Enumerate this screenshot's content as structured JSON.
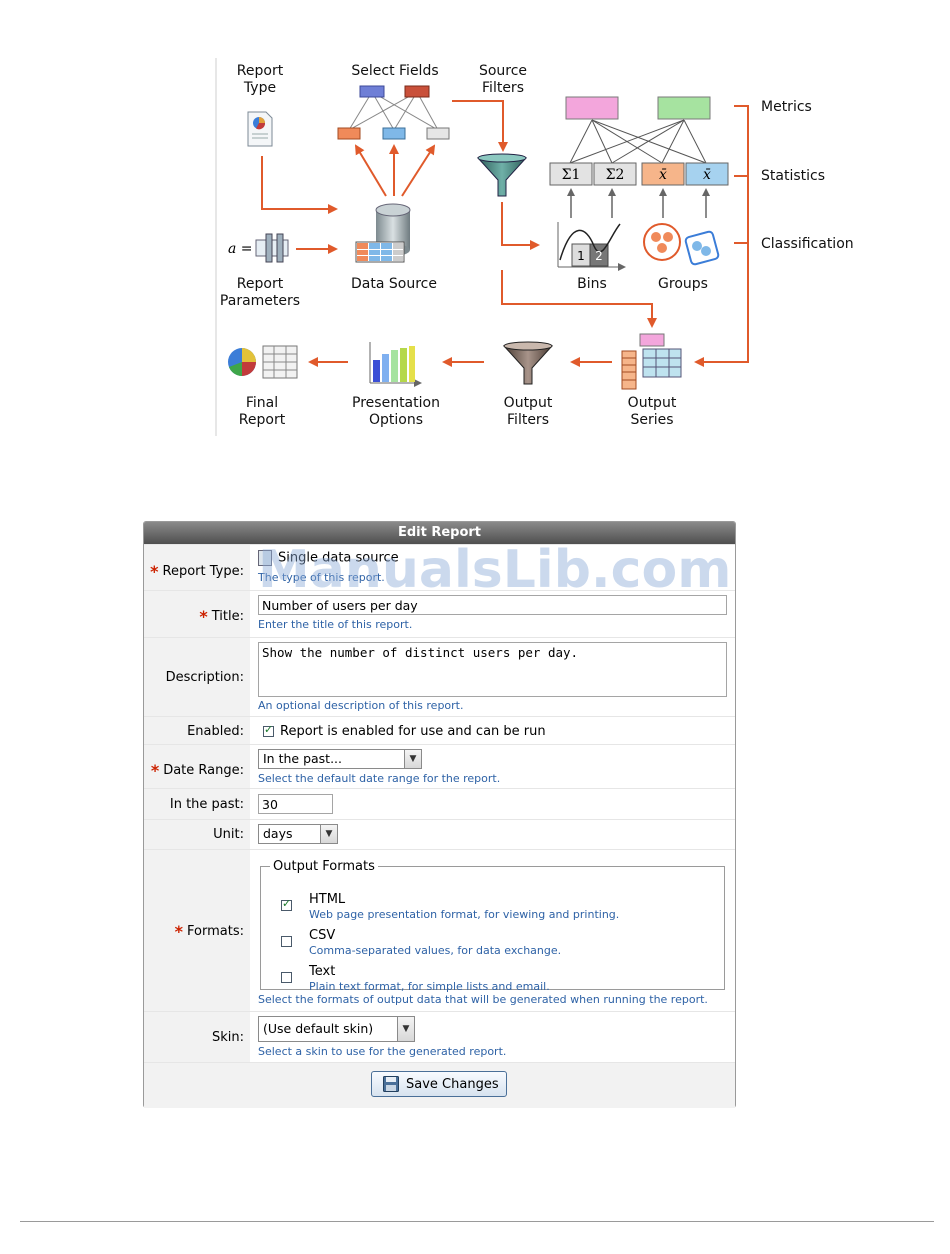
{
  "diagram": {
    "labels": {
      "report_type": [
        "Report",
        "Type"
      ],
      "select_fields": "Select Fields",
      "source_filters": [
        "Source",
        "Filters"
      ],
      "metrics": "Metrics",
      "statistics": "Statistics",
      "classification": "Classification",
      "data_source": "Data Source",
      "report_parameters": [
        "Report",
        "Parameters"
      ],
      "param_symbol": "a =",
      "bins": "Bins",
      "groups": "Groups",
      "bin_1": "1",
      "bin_2": "2",
      "stat_sum1": "Σ1",
      "stat_sum2": "Σ2",
      "stat_mean1": "x̄",
      "stat_mean2": "x̄",
      "final_report": [
        "Final",
        "Report"
      ],
      "presentation_options": [
        "Presentation",
        "Options"
      ],
      "output_filters": [
        "Output",
        "Filters"
      ],
      "output_series": [
        "Output",
        "Series"
      ]
    },
    "colors": {
      "arrow": "#e05a2b",
      "metric_pink": "#f3a6dc",
      "metric_green": "#a6e3a0"
    }
  },
  "watermark": "ManualsLib.com",
  "form": {
    "title": "Edit Report",
    "report_type": {
      "label": "Report Type:",
      "value": "Single data source",
      "hint": "The type of this report."
    },
    "title_field": {
      "label": "Title:",
      "value": "Number of users per day",
      "hint": "Enter the title of this report."
    },
    "description": {
      "label": "Description:",
      "value": "Show the number of distinct users per day.",
      "hint": "An optional description of this report."
    },
    "enabled": {
      "label": "Enabled:",
      "text": "Report is enabled for use and can be run",
      "checked": true
    },
    "date_range": {
      "label": "Date Range:",
      "value": "In the past...",
      "hint": "Select the default date range for the report."
    },
    "in_the_past": {
      "label": "In the past:",
      "value": "30"
    },
    "unit": {
      "label": "Unit:",
      "value": "days"
    },
    "formats": {
      "label": "Formats:",
      "legend": "Output Formats",
      "items": [
        {
          "name": "HTML",
          "desc": "Web page presentation format, for viewing and printing.",
          "checked": true
        },
        {
          "name": "CSV",
          "desc": "Comma-separated values, for data exchange.",
          "checked": false
        },
        {
          "name": "Text",
          "desc": "Plain text format, for simple lists and email.",
          "checked": false
        }
      ],
      "hint": "Select the formats of output data that will be generated when running the report."
    },
    "skin": {
      "label": "Skin:",
      "value": "(Use default skin)",
      "hint": "Select a skin to use for the generated report."
    },
    "save_button": "Save Changes",
    "required_mark": "*"
  }
}
